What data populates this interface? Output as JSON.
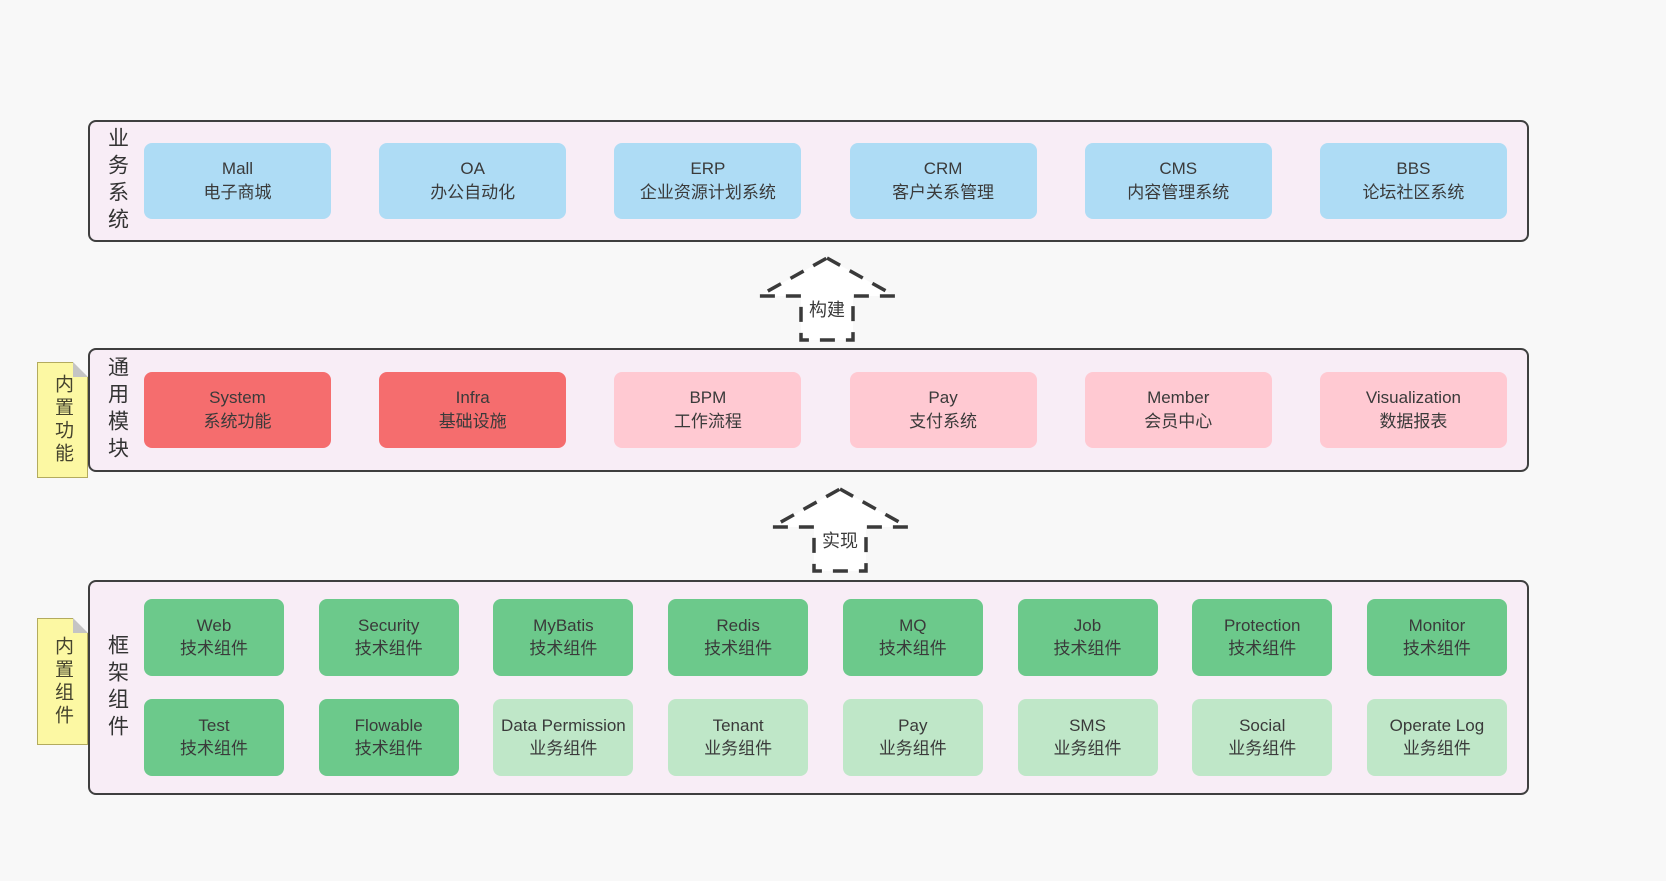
{
  "palette": {
    "page_bg": "#f8f8f8",
    "layer_bg": "#f8edf6",
    "layer_border": "#3f3f3f",
    "blue": "#aedcf5",
    "red": "#f56d6e",
    "pink": "#ffc9d2",
    "green": "#6cc98b",
    "light_green": "#bfe7c8",
    "sticky_yellow": "#fcf8a3",
    "text": "#3a3a3a"
  },
  "arrows": [
    {
      "label": "构建"
    },
    {
      "label": "实现"
    }
  ],
  "layers": [
    {
      "label": "业务系统",
      "boxes": [
        {
          "name": "Mall",
          "desc": "电子商城"
        },
        {
          "name": "OA",
          "desc": "办公自动化"
        },
        {
          "name": "ERP",
          "desc": "企业资源计划系统"
        },
        {
          "name": "CRM",
          "desc": "客户关系管理"
        },
        {
          "name": "CMS",
          "desc": "内容管理系统"
        },
        {
          "name": "BBS",
          "desc": "论坛社区系统"
        }
      ]
    },
    {
      "label": "通用模块",
      "note": "内置功能",
      "boxes": [
        {
          "name": "System",
          "desc": "系统功能"
        },
        {
          "name": "Infra",
          "desc": "基础设施"
        },
        {
          "name": "BPM",
          "desc": "工作流程"
        },
        {
          "name": "Pay",
          "desc": "支付系统"
        },
        {
          "name": "Member",
          "desc": "会员中心"
        },
        {
          "name": "Visualization",
          "desc": "数据报表"
        }
      ]
    },
    {
      "label": "框架组件",
      "note": "内置组件",
      "rows": [
        [
          {
            "name": "Web",
            "desc": "技术组件"
          },
          {
            "name": "Security",
            "desc": "技术组件"
          },
          {
            "name": "MyBatis",
            "desc": "技术组件"
          },
          {
            "name": "Redis",
            "desc": "技术组件"
          },
          {
            "name": "MQ",
            "desc": "技术组件"
          },
          {
            "name": "Job",
            "desc": "技术组件"
          },
          {
            "name": "Protection",
            "desc": "技术组件"
          },
          {
            "name": "Monitor",
            "desc": "技术组件"
          }
        ],
        [
          {
            "name": "Test",
            "desc": "技术组件"
          },
          {
            "name": "Flowable",
            "desc": "技术组件"
          },
          {
            "name": "Data Permission",
            "desc": "业务组件"
          },
          {
            "name": "Tenant",
            "desc": "业务组件"
          },
          {
            "name": "Pay",
            "desc": "业务组件"
          },
          {
            "name": "SMS",
            "desc": "业务组件"
          },
          {
            "name": "Social",
            "desc": "业务组件"
          },
          {
            "name": "Operate Log",
            "desc": "业务组件"
          }
        ]
      ]
    }
  ]
}
